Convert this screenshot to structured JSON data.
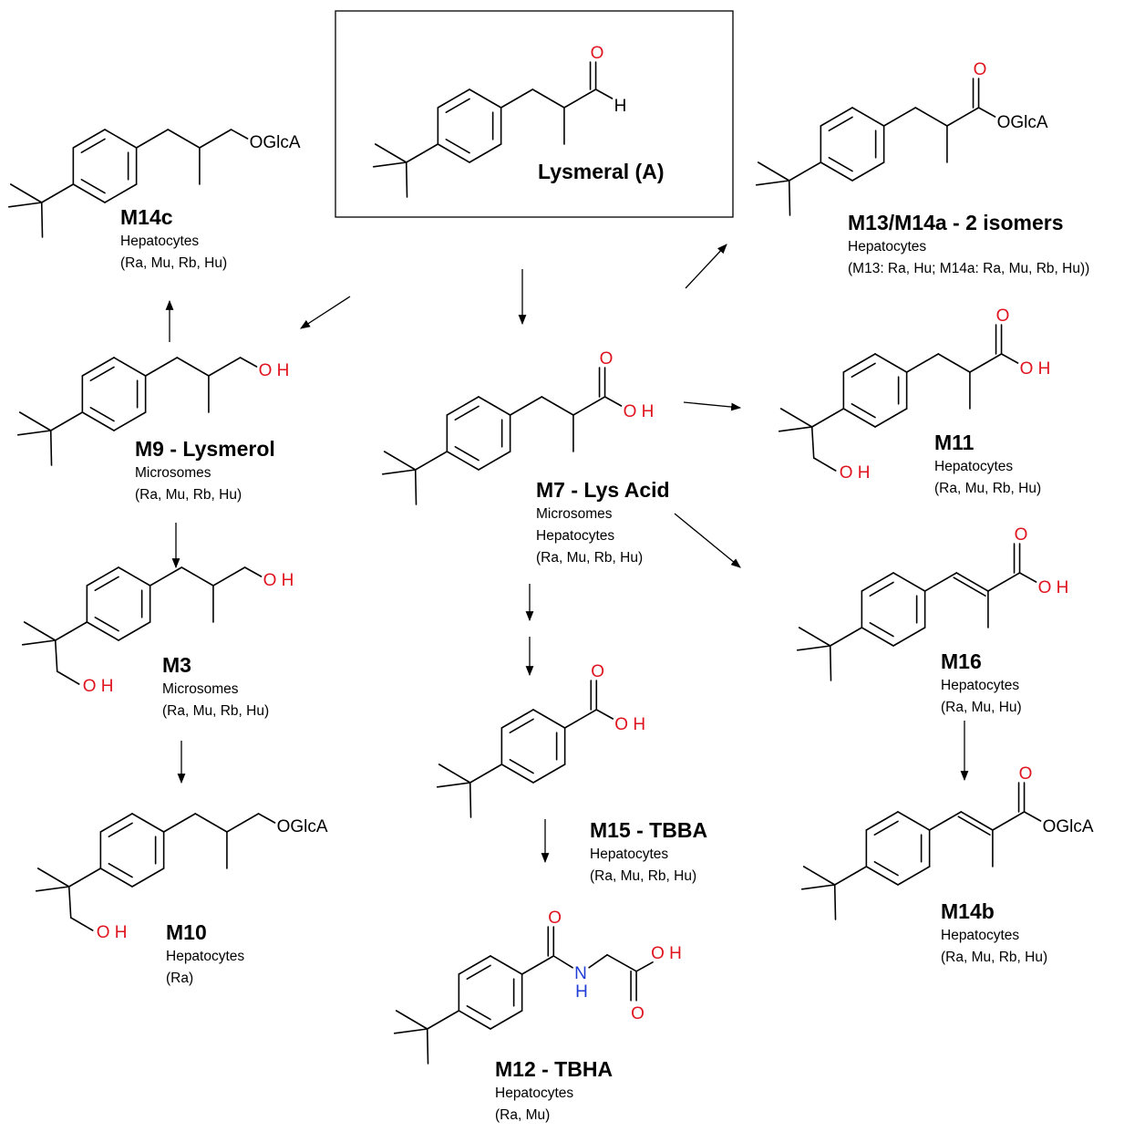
{
  "compounds": {
    "A": {
      "name": "Lysmeral (A)",
      "lines": []
    },
    "M14c": {
      "name": "M14c",
      "lines": [
        "Hepatocytes",
        "(Ra, Mu, Rb, Hu)"
      ]
    },
    "M13": {
      "name": "M13/M14a - 2 isomers",
      "lines": [
        "Hepatocytes",
        "(M13: Ra, Hu; M14a: Ra, Mu, Rb, Hu))"
      ]
    },
    "M9": {
      "name": "M9 - Lysmerol",
      "lines": [
        "Microsomes",
        "(Ra, Mu, Rb, Hu)"
      ]
    },
    "M7": {
      "name": "M7 - Lys Acid",
      "lines": [
        "Microsomes",
        "Hepatocytes",
        "(Ra, Mu, Rb, Hu)"
      ]
    },
    "M11": {
      "name": "M11",
      "lines": [
        "Hepatocytes",
        "(Ra, Mu, Rb, Hu)"
      ]
    },
    "M3": {
      "name": "M3",
      "lines": [
        "Microsomes",
        "(Ra, Mu, Rb, Hu)"
      ]
    },
    "M16": {
      "name": "M16",
      "lines": [
        "Hepatocytes",
        "(Ra, Mu, Hu)"
      ]
    },
    "M15": {
      "name": "M15 - TBBA",
      "lines": [
        "Hepatocytes",
        "(Ra, Mu, Rb, Hu)"
      ]
    },
    "M10": {
      "name": "M10",
      "lines": [
        "Hepatocytes",
        "(Ra)"
      ]
    },
    "M14b": {
      "name": "M14b",
      "lines": [
        "Hepatocytes",
        "(Ra, Mu, Rb, Hu)"
      ]
    },
    "M12": {
      "name": "M12 - TBHA",
      "lines": [
        "Hepatocytes",
        "(Ra, Mu)"
      ]
    }
  },
  "atoms": {
    "O": "O",
    "H": "H",
    "OH": "O H",
    "NH_N": "N",
    "OGlcA": "OGlcA"
  },
  "colors": {
    "oxygen": "#e0141e",
    "nitrogen": "#1e3cd6",
    "bond": "#000000"
  }
}
